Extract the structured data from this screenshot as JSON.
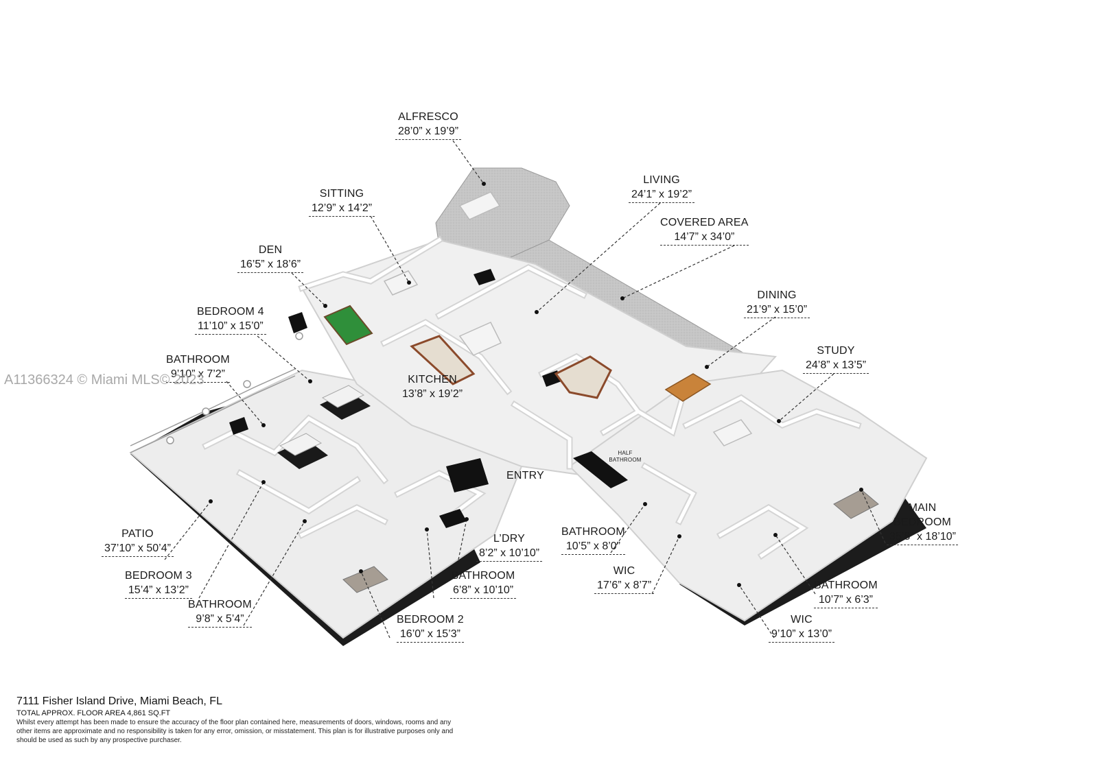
{
  "rooms": [
    {
      "name": "ALFRESCO",
      "dims": "28’0” x 19’9”"
    },
    {
      "name": "SITTING",
      "dims": "12’9” x 14’2”"
    },
    {
      "name": "LIVING",
      "dims": "24’1” x 19’2”"
    },
    {
      "name": "COVERED AREA",
      "dims": "14’7” x 34’0”"
    },
    {
      "name": "DEN",
      "dims": "16’5” x 18’6”"
    },
    {
      "name": "DINING",
      "dims": "21’9” x 15’0”"
    },
    {
      "name": "BEDROOM 4",
      "dims": "11’10” x 15’0”"
    },
    {
      "name": "STUDY",
      "dims": "24’8” x 13’5”"
    },
    {
      "name": "BATHROOM",
      "dims": "9’10” x 7’2”"
    },
    {
      "name": "KITCHEN",
      "dims": "13’8” x 19’2”"
    },
    {
      "name": "ENTRY",
      "dims": ""
    },
    {
      "name": "HALF BATHROOM",
      "dims": ""
    },
    {
      "name": "MAIN BEDROOM",
      "dims": "35’8” x 18’10”"
    },
    {
      "name": "PATIO",
      "dims": "37’10” x 50’4”"
    },
    {
      "name": "L’DRY",
      "dims": "8’2” x 10’10”"
    },
    {
      "name": "BATHROOM",
      "dims": "10’5” x 8’0”"
    },
    {
      "name": "BEDROOM 3",
      "dims": "15’4” x 13’2”"
    },
    {
      "name": "BATHROOM",
      "dims": "6’8” x 10’10”"
    },
    {
      "name": "WIC",
      "dims": "17’6” x 8’7”"
    },
    {
      "name": "BATHROOM",
      "dims": "10’7” x 6’3”"
    },
    {
      "name": "BATHROOM",
      "dims": "9’8” x 5’4”"
    },
    {
      "name": "BEDROOM 2",
      "dims": "16’0” x 15’3”"
    },
    {
      "name": "WIC",
      "dims": "9’10” x 13’0”"
    }
  ],
  "watermark": "A11366324 © Miami MLS© 2023",
  "footer": {
    "address": "7111 Fisher Island Drive, Miami Beach, FL",
    "total_area": "TOTAL APPROX. FLOOR AREA 4,861 SQ.FT",
    "disclaimer": "Whilst every attempt has been made to ensure the accuracy of the floor plan contained here, measurements of doors, windows, rooms and any other items are approximate and no responsibility is taken for any error, omission, or misstatement. This plan is for illustrative purposes only and should be used as such by any prospective purchaser."
  },
  "colors": {
    "floor": "#eeeeee",
    "wall": "#ffffff",
    "wall_shadow": "#cfcfcf",
    "outdoor_floor": "#c4c4c4",
    "dark_wall": "#111111",
    "leader_line": "#333333"
  }
}
